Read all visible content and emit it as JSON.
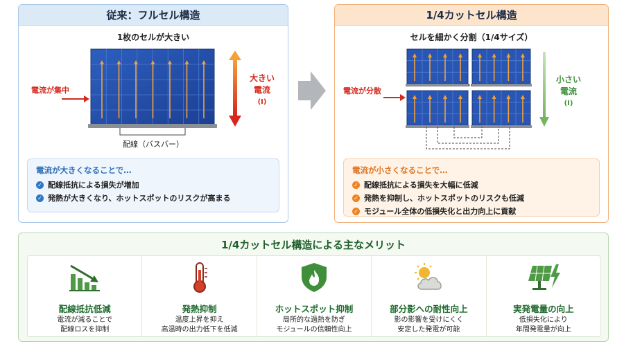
{
  "left": {
    "title": "従来：フルセル構造",
    "subtitle": "1枚のセルが大きい",
    "label_current_in": "電流が集中",
    "label_busbar": "配線（バスバー）",
    "current_label_line1": "大きい",
    "current_label_line2": "電流",
    "current_label_line3": "(I)",
    "note_title": "電流が大きくなることで…",
    "note_items": [
      "配線抵抗による損失が増加",
      "発熱が大きくなり、ホットスポットのリスクが高まる"
    ]
  },
  "right": {
    "title": "1/4カットセル構造",
    "subtitle": "セルを細かく分割（1/4サイズ）",
    "label_current_in": "電流が分散",
    "current_label_line1": "小さい",
    "current_label_line2": "電流",
    "current_label_line3": "(I)",
    "note_title": "電流が小さくなることで…",
    "note_items": [
      "配線抵抗による損失を大幅に低減",
      "発熱を抑制し、ホットスポットのリスクも低減",
      "モジュール全体の低損失化と出力向上に貢献"
    ]
  },
  "merits": {
    "title": "1/4カットセル構造による主なメリット",
    "items": [
      {
        "icon": "decreasing-bar-chart-icon",
        "title": "配線抵抗低減",
        "desc1": "電流が減ることで",
        "desc2": "配線ロスを抑制"
      },
      {
        "icon": "thermometer-icon",
        "title": "発熱抑制",
        "desc1": "温度上昇を抑え",
        "desc2": "高温時の出力低下を低減"
      },
      {
        "icon": "shield-flame-icon",
        "title": "ホットスポット抑制",
        "desc1": "局所的な過熱を防ぎ",
        "desc2": "モジュールの信頼性向上"
      },
      {
        "icon": "sun-cloud-icon",
        "title": "部分影への耐性向上",
        "desc1": "影の影響を受けにくく",
        "desc2": "安定した発電が可能"
      },
      {
        "icon": "solar-panel-bolt-icon",
        "title": "実発電量の向上",
        "desc1": "低損失化により",
        "desc2": "年間発電量が向上"
      }
    ]
  },
  "colors": {
    "panel_blue": "#2a56b3",
    "panel_dark": "#1e3f8f",
    "arrow_orange": "#f2a13a",
    "red": "#d42a1e",
    "green": "#3f8f3a",
    "merit_green": "#4f9a47"
  }
}
